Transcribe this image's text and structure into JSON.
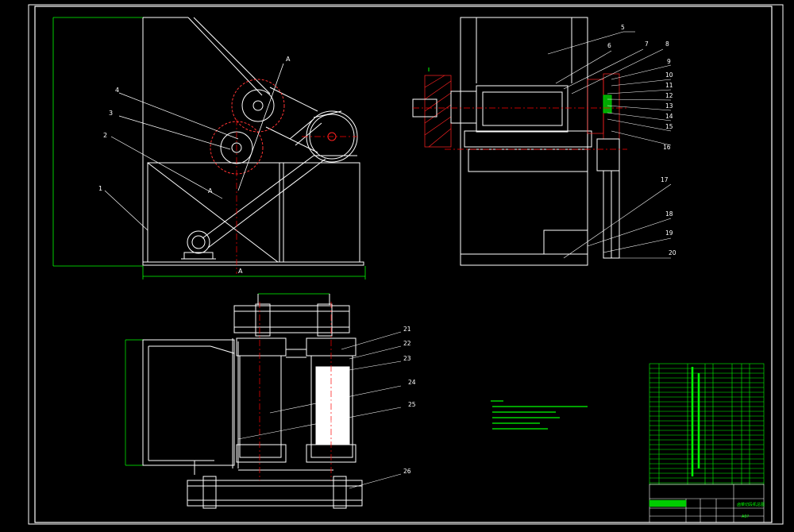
{
  "colors": {
    "background": "#000000",
    "lines": "#ffffff",
    "gear_outline": "#ff3333",
    "dimension": "#00ff00",
    "notes": "#00ff00",
    "center_line": "#ff0000",
    "hatch": "#ff2222",
    "part_green": "#00cc00"
  },
  "views": {
    "front": {
      "section_marks": [
        "A",
        "A",
        "A",
        "A"
      ]
    },
    "side": {
      "part_labels": [
        "5",
        "6",
        "7",
        "8",
        "9",
        "10",
        "11",
        "12",
        "13",
        "14",
        "15",
        "16",
        "17",
        "18",
        "19",
        "20"
      ]
    },
    "top": {
      "part_labels": [
        "21",
        "22",
        "23",
        "24",
        "25",
        "26"
      ]
    }
  },
  "title_block": {
    "drawing_title": "卤菜切段机总图",
    "drawing_no": "A0?"
  }
}
